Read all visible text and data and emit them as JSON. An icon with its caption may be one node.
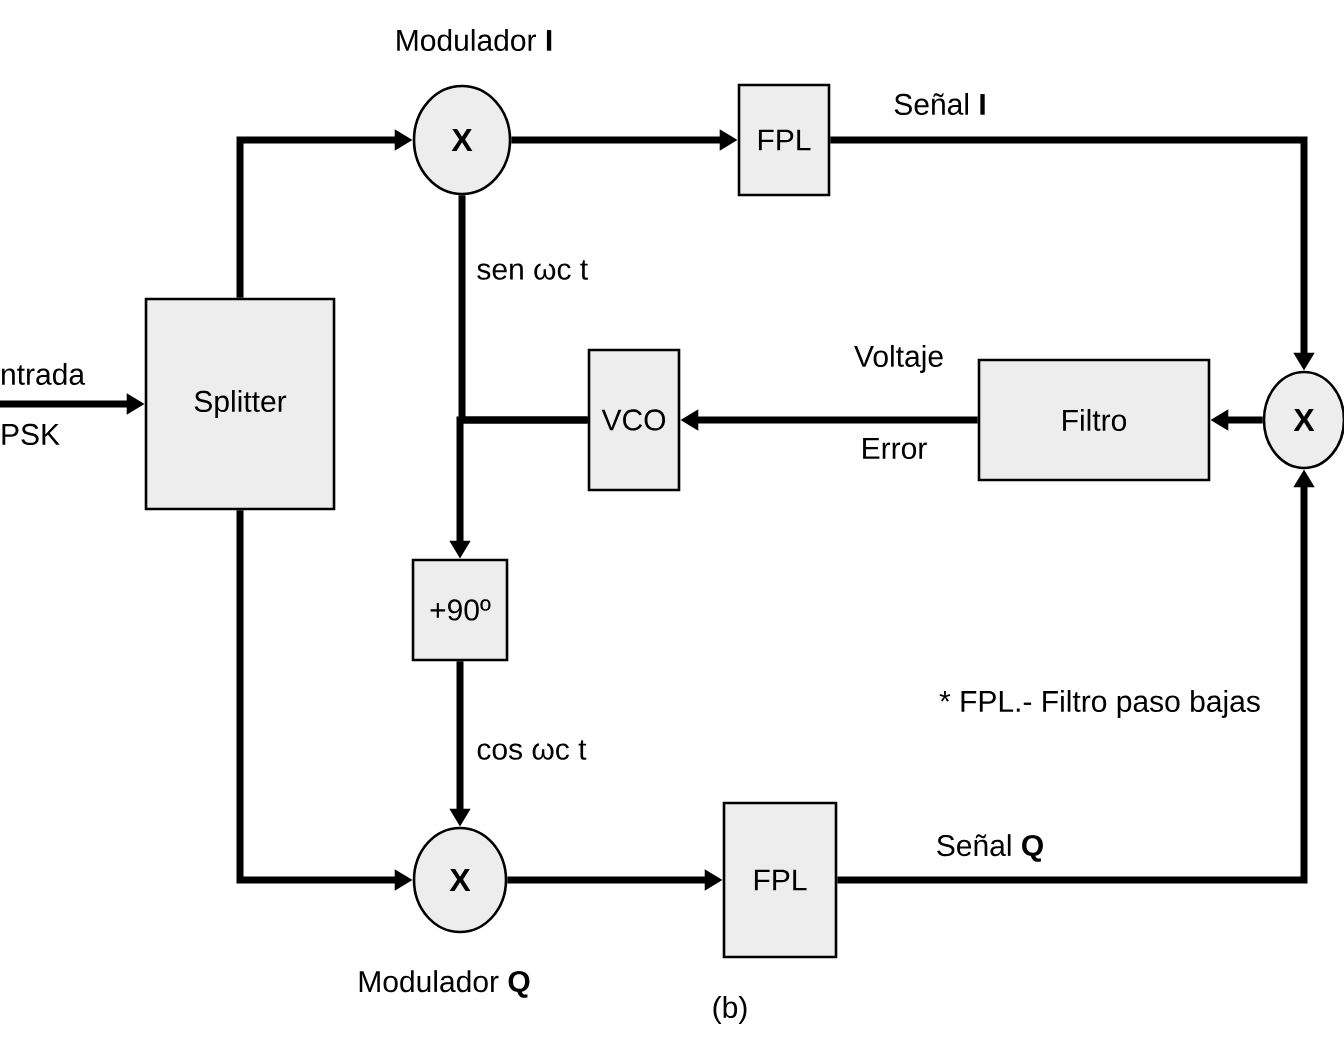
{
  "diagram": {
    "nodes": [
      {
        "text": [
          "ntrada PSK"
        ]
      },
      {
        "text": [
          "Splitter"
        ]
      },
      {
        "text": [
          "X"
        ],
        "beside": [
          "Modulador **I**"
        ]
      },
      {
        "text": [
          "FPL"
        ]
      },
      {
        "text": [
          "X"
        ]
      },
      {
        "text": [
          "Filtro"
        ]
      },
      {
        "text": [
          "VCO"
        ]
      },
      {
        "text": [
          "+90º"
        ]
      },
      {
        "text": [
          "X"
        ],
        "beside": [
          "Modulador **Q**"
        ]
      },
      {
        "text": [
          "FPL"
        ]
      }
    ],
    "edges": [
      {
        "from": 0,
        "to": 1,
        "arrow": "to"
      },
      {
        "from": 1,
        "to": 2,
        "arrow": "to"
      },
      {
        "from": 1,
        "to": 8,
        "arrow": "to"
      },
      {
        "from": 2,
        "to": 3,
        "arrow": "to"
      },
      {
        "from": 3,
        "to": 4,
        "arrow": "to",
        "label": "Señal **I**"
      },
      {
        "from": 9,
        "to": 4,
        "arrow": "to",
        "label": "Señal **Q**"
      },
      {
        "from": 4,
        "to": 5,
        "arrow": "to"
      },
      {
        "from": 5,
        "to": 6,
        "arrow": "to",
        "label": "Voltaje Error"
      },
      {
        "from": 6,
        "to": 2,
        "arrow": "none",
        "label": "sen ωc t"
      },
      {
        "from": 6,
        "to": 7,
        "arrow": "to"
      },
      {
        "from": 7,
        "to": 8,
        "arrow": "to",
        "label": "cos ωc t"
      },
      {
        "from": 8,
        "to": 9,
        "arrow": "to"
      }
    ],
    "labels": [
      "* FPL.- Filtro paso bajas",
      "(b)"
    ]
  }
}
